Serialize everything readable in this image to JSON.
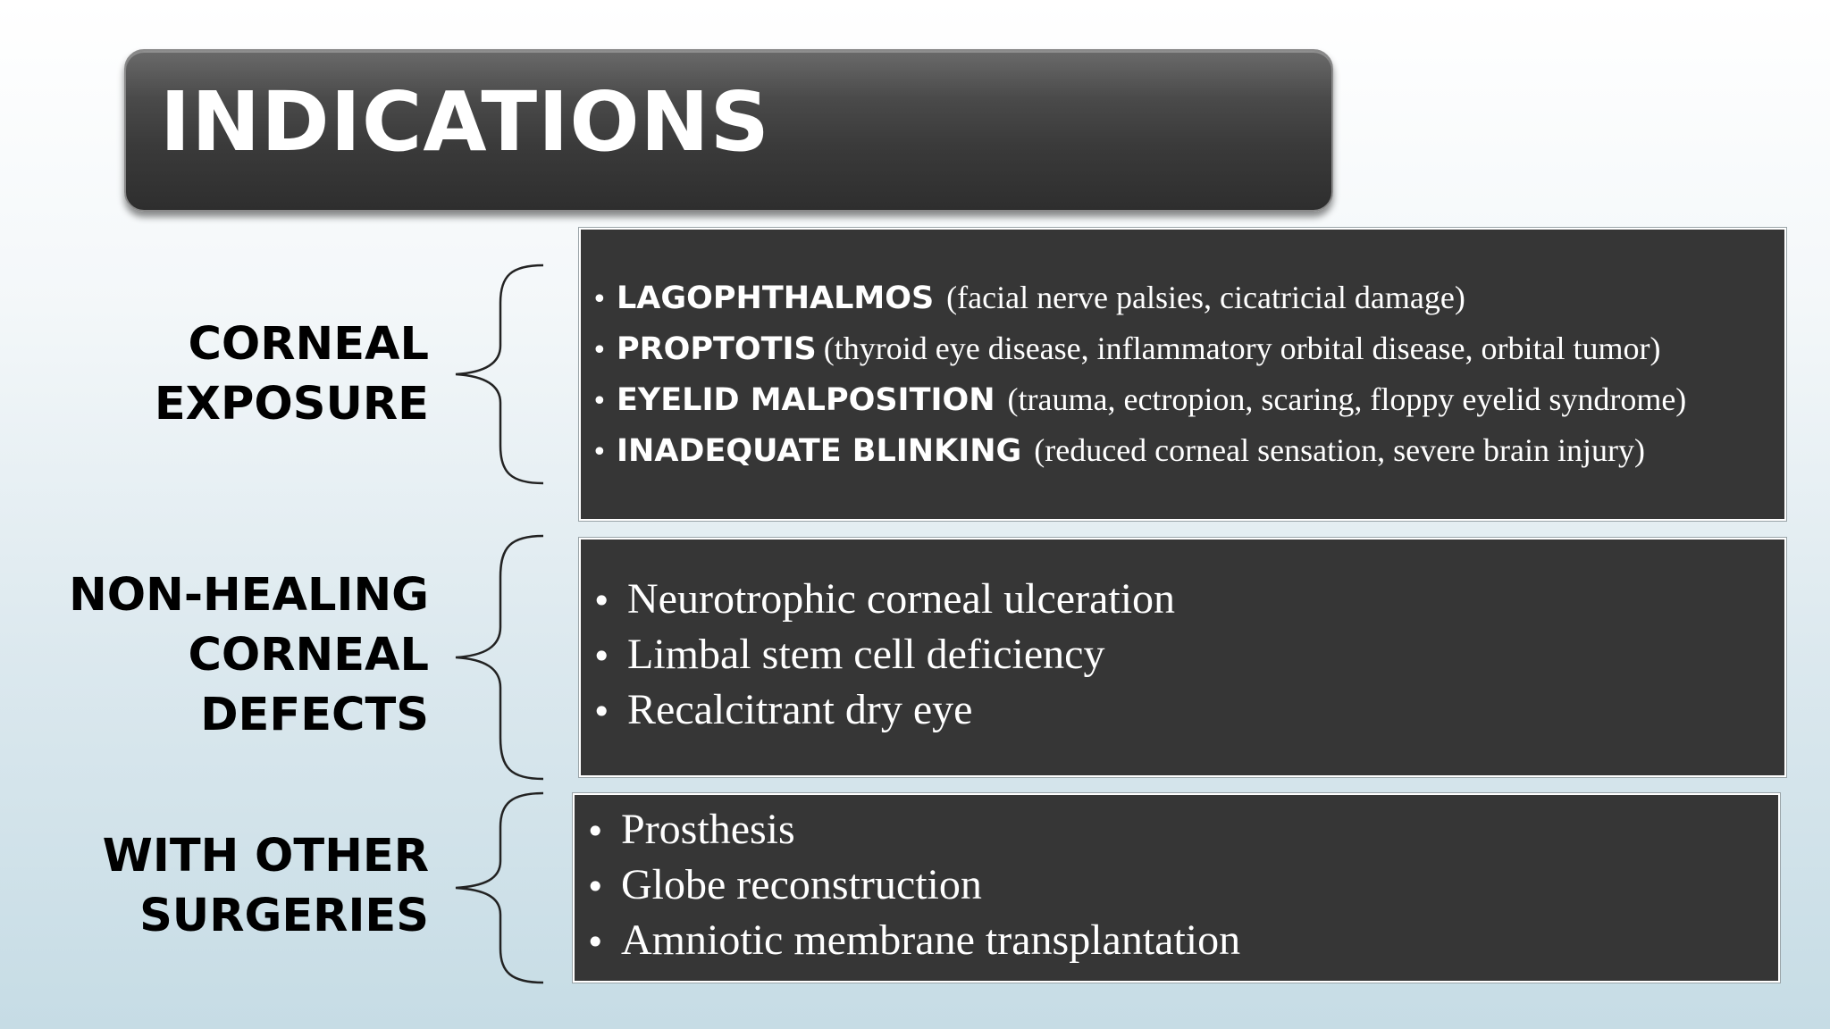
{
  "title": "INDICATIONS",
  "groups": [
    {
      "label_lines": [
        "CORNEAL",
        "EXPOSURE"
      ],
      "items": [
        {
          "term": "LAGOPHTHALMOS",
          "detail": "(facial nerve palsies, cicatricial damage)"
        },
        {
          "term": "PROPTOTIS",
          "detail": "(thyroid eye disease, inflammatory orbital disease, orbital tumor)"
        },
        {
          "term": "EYELID MALPOSITION",
          "detail": "(trauma, ectropion, scaring, floppy eyelid syndrome)"
        },
        {
          "term": "INADEQUATE BLINKING",
          "detail": "(reduced corneal sensation, severe brain injury)"
        }
      ]
    },
    {
      "label_lines": [
        "NON-HEALING",
        "CORNEAL",
        "DEFECTS"
      ],
      "items": [
        "Neurotrophic corneal ulceration",
        "Limbal stem cell deficiency",
        "Recalcitrant dry eye"
      ]
    },
    {
      "label_lines": [
        "WITH OTHER",
        "SURGERIES"
      ],
      "items": [
        "Prosthesis",
        "Globe reconstruction",
        "Amniotic membrane transplantation"
      ]
    }
  ],
  "bullet_glyph": "•",
  "colors": {
    "panel_background": "#363636",
    "panel_text": "#ffffff",
    "label_text": "#000000"
  }
}
